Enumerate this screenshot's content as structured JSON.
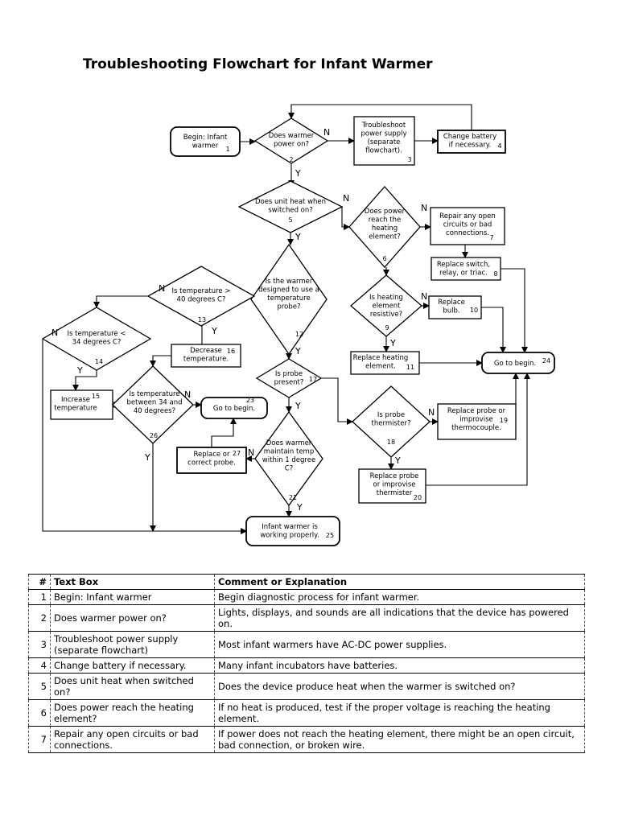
{
  "title": "Troubleshooting Flowchart for Infant Warmer",
  "nodes": [
    {
      "id": "n1",
      "shape": "rounded",
      "lines": [
        "Begin: Infant",
        "warmer"
      ],
      "num": "1"
    },
    {
      "id": "n2",
      "shape": "diamond",
      "lines": [
        "Does warmer",
        "power on?"
      ],
      "num": "2"
    },
    {
      "id": "n3",
      "shape": "rect",
      "lines": [
        "Troubleshoot",
        "power supply",
        "(separate",
        "flowchart)."
      ],
      "num": "3"
    },
    {
      "id": "n4",
      "shape": "rect",
      "lines": [
        "Change battery",
        "if necessary."
      ],
      "num": "4"
    },
    {
      "id": "n5",
      "shape": "diamond",
      "lines": [
        "Does unit heat when",
        "switched on?"
      ],
      "num": "5"
    },
    {
      "id": "n6",
      "shape": "diamond",
      "lines": [
        "Does power",
        "reach the",
        "heating",
        "element?"
      ],
      "num": "6"
    },
    {
      "id": "n7",
      "shape": "rect",
      "lines": [
        "Repair any open",
        "circuits or bad",
        "connections."
      ],
      "num": "7"
    },
    {
      "id": "n8",
      "shape": "rect",
      "lines": [
        "Replace switch,",
        "relay, or triac."
      ],
      "num": "8"
    },
    {
      "id": "n9",
      "shape": "diamond",
      "lines": [
        "Is heating",
        "element",
        "resistive?"
      ],
      "num": "9"
    },
    {
      "id": "n10",
      "shape": "rect",
      "lines": [
        "Replace",
        "bulb."
      ],
      "num": "10"
    },
    {
      "id": "n11",
      "shape": "rect",
      "lines": [
        "Replace heating",
        "element."
      ],
      "num": "11"
    },
    {
      "id": "n12",
      "shape": "diamond",
      "lines": [
        "Is the warmer",
        "designed to use a",
        "temperature",
        "probe?"
      ],
      "num": "12"
    },
    {
      "id": "n13",
      "shape": "diamond",
      "lines": [
        "Is temperature >",
        "40 degrees C?"
      ],
      "num": "13"
    },
    {
      "id": "n14",
      "shape": "diamond",
      "lines": [
        "Is temperature <",
        "34 degrees C?"
      ],
      "num": "14"
    },
    {
      "id": "n15",
      "shape": "rect",
      "lines": [
        "Increase",
        "temperature"
      ],
      "num": "15"
    },
    {
      "id": "n16",
      "shape": "rect",
      "lines": [
        "Decrease",
        "temperature."
      ],
      "num": "16"
    },
    {
      "id": "n17",
      "shape": "diamond",
      "lines": [
        "Is probe",
        "present?"
      ],
      "num": "17"
    },
    {
      "id": "n18",
      "shape": "diamond",
      "lines": [
        "Is probe",
        "thermister?"
      ],
      "num": "18"
    },
    {
      "id": "n19",
      "shape": "rect",
      "lines": [
        "Replace probe or",
        "improvise",
        "thermocouple."
      ],
      "num": "19"
    },
    {
      "id": "n20",
      "shape": "rect",
      "lines": [
        "Replace probe",
        "or improvise",
        "thermister"
      ],
      "num": "20"
    },
    {
      "id": "n21",
      "shape": "diamond",
      "lines": [
        "Does warmer",
        "maintain temp",
        "within 1 degree",
        "C?"
      ],
      "num": "21"
    },
    {
      "id": "n23",
      "shape": "rounded",
      "lines": [
        "Go to begin."
      ],
      "num": "23"
    },
    {
      "id": "n24",
      "shape": "rounded",
      "lines": [
        "Go to begin."
      ],
      "num": "24"
    },
    {
      "id": "n25",
      "shape": "rounded",
      "lines": [
        "Infant warmer is",
        "working properly."
      ],
      "num": "25"
    },
    {
      "id": "n26",
      "shape": "diamond",
      "lines": [
        "Is temperature",
        "between 34 and",
        "40 degrees?"
      ],
      "num": "26"
    },
    {
      "id": "n27",
      "shape": "rect",
      "lines": [
        "Replace or",
        "correct probe."
      ],
      "num": "27"
    }
  ],
  "branch_labels": {
    "yes": "Y",
    "no": "N"
  },
  "table": {
    "headers": [
      "#",
      "Text Box",
      "Comment or Explanation"
    ],
    "rows": [
      [
        "1",
        "Begin: Infant warmer",
        "Begin diagnostic process for infant warmer."
      ],
      [
        "2",
        "Does warmer power on?",
        "Lights, displays, and sounds are all indications that the device has powered on."
      ],
      [
        "3",
        "Troubleshoot power supply (separate flowchart)",
        "Most infant warmers have AC-DC power supplies."
      ],
      [
        "4",
        "Change battery if necessary.",
        "Many infant incubators have batteries."
      ],
      [
        "5",
        "Does unit heat when switched on?",
        "Does the device produce heat when the warmer is switched on?"
      ],
      [
        "6",
        "Does power reach the heating element?",
        "If no heat is produced, test if the proper voltage is reaching the heating element."
      ],
      [
        "7",
        "Repair any open circuits or bad connections.",
        "If power does not reach the heating element, there might be an open circuit, bad connection, or broken wire."
      ]
    ]
  }
}
